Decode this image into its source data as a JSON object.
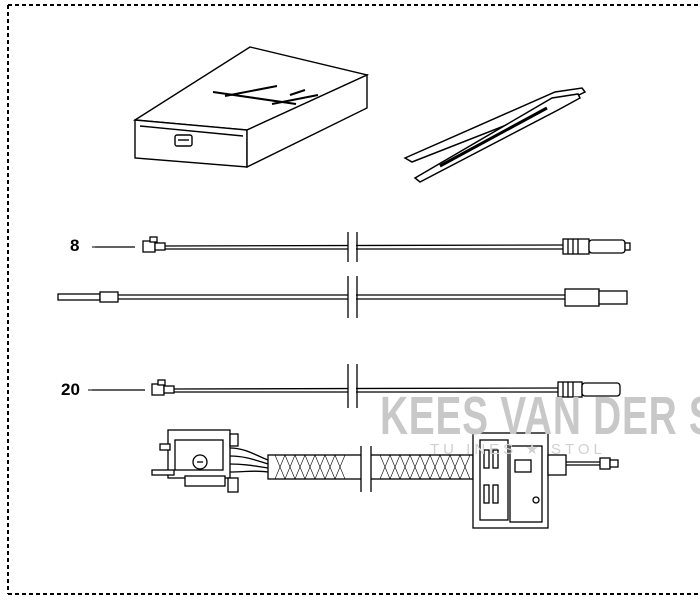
{
  "callouts": {
    "part_8": "8",
    "part_20": "20"
  },
  "watermark": {
    "main": "KEES VAN DER S",
    "sub": "TU       INES ★ STOL"
  },
  "colors": {
    "line": "#000000",
    "background": "#ffffff",
    "watermark": "#c8c8c8"
  },
  "icons": [
    "control-box-icon",
    "tweezers-icon",
    "cable-icon",
    "wiring-harness-icon"
  ]
}
